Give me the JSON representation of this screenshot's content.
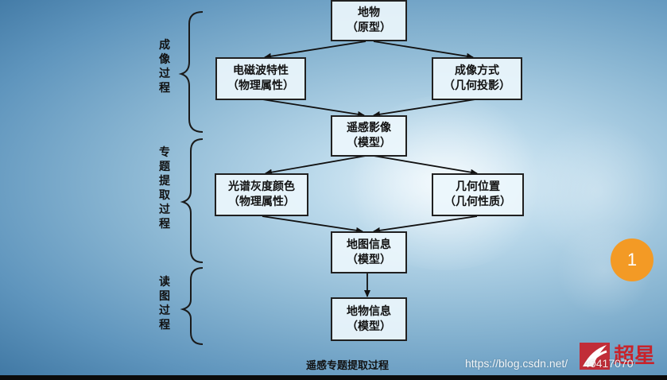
{
  "stages": [
    {
      "label": "成像过程"
    },
    {
      "label": "专题提取过程"
    },
    {
      "label": "读图过程"
    }
  ],
  "nodes": {
    "ground_object": {
      "line1": "地物",
      "line2": "（原型）"
    },
    "em_properties": {
      "line1": "电磁波特性",
      "line2": "（物理属性）"
    },
    "imaging_method": {
      "line1": "成像方式",
      "line2": "（几何投影）"
    },
    "rs_image": {
      "line1": "遥感影像",
      "line2": "（模型）"
    },
    "spectral_color": {
      "line1": "光谱灰度颜色",
      "line2": "（物理属性）"
    },
    "geometric_position": {
      "line1": "几何位置",
      "line2": "（几何性质）"
    },
    "map_info": {
      "line1": "地图信息",
      "line2": "（模型）"
    },
    "object_info": {
      "line1": "地物信息",
      "line2": "（模型）"
    }
  },
  "caption": "遥感专题提取过程",
  "page_badge": "1",
  "watermark": {
    "url_text": "https://blog.csdn.net/",
    "id_text": "40417070",
    "logo_text": "超星"
  },
  "colors": {
    "background": "#8bb7d3",
    "node_fill": "#ebf6fc",
    "node_border": "#202020",
    "badge": "#f39a25",
    "logo_red": "#c8232b"
  }
}
